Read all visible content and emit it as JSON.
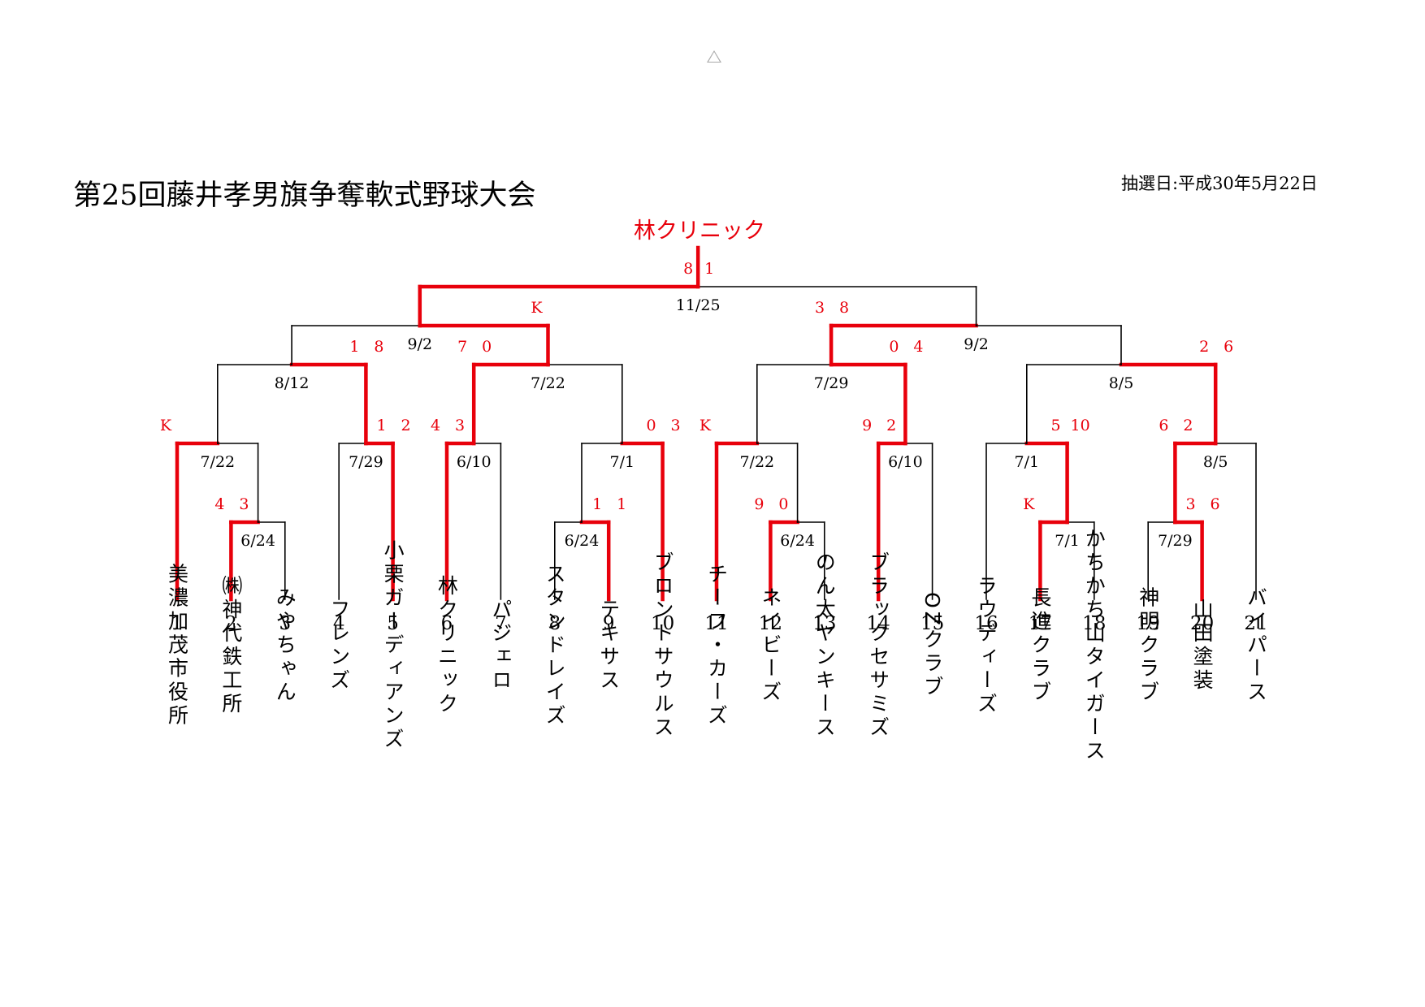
{
  "title": "第25回藤井孝男旗争奪軟式野球大会",
  "draw_date": "抽選日:平成30年5月22日",
  "champion": "林クリニック",
  "colors": {
    "win": "#e8000b",
    "line": "#000000"
  },
  "teams": [
    {
      "seed": "1",
      "name": "美濃加茂市役所"
    },
    {
      "seed": "2",
      "name": "㈱神代鉄工所"
    },
    {
      "seed": "3",
      "name": "みやちゃん"
    },
    {
      "seed": "4",
      "name": "フレンズ"
    },
    {
      "seed": "5",
      "name": "小栗ガーディアンズ"
    },
    {
      "seed": "6",
      "name": "林クリニック"
    },
    {
      "seed": "7",
      "name": "パジェロ"
    },
    {
      "seed": "8",
      "name": "スタンドレイズ"
    },
    {
      "seed": "9",
      "name": "テキサス"
    },
    {
      "seed": "10",
      "name": "ブロントサウルス"
    },
    {
      "seed": "11",
      "name": "チーフ・カーズ"
    },
    {
      "seed": "12",
      "name": "ネイビーズ"
    },
    {
      "seed": "13",
      "name": "のん太ヤンキース"
    },
    {
      "seed": "14",
      "name": "ブラックセサミズ"
    },
    {
      "seed": "15",
      "name": "OZクラブ"
    },
    {
      "seed": "16",
      "name": "ラウディーズ"
    },
    {
      "seed": "17",
      "name": "長進クラブ"
    },
    {
      "seed": "18",
      "name": "かちかち山タイガース"
    },
    {
      "seed": "19",
      "name": "神明クラブ"
    },
    {
      "seed": "20",
      "name": "山田塗装"
    },
    {
      "seed": "21",
      "name": "バイパース"
    }
  ],
  "matches": [
    {
      "id": "m2_3",
      "left": "t2",
      "right": "t3",
      "date": "6/24",
      "score_left": "4",
      "score_right": "3",
      "winner": "left"
    },
    {
      "id": "m8_9",
      "left": "t8",
      "right": "t9",
      "date": "6/24",
      "score_left": "1",
      "score_right": "1",
      "winner": "right"
    },
    {
      "id": "m12_13",
      "left": "t12",
      "right": "t13",
      "date": "6/24",
      "score_left": "9",
      "score_right": "0",
      "winner": "left"
    },
    {
      "id": "m17_18",
      "left": "t17",
      "right": "t18",
      "date": "7/1",
      "score_left": "K",
      "score_right": "",
      "winner": "left"
    },
    {
      "id": "m19_20",
      "left": "t19",
      "right": "t20",
      "date": "7/29",
      "score_left": "3",
      "score_right": "6",
      "winner": "right"
    },
    {
      "id": "m1_23",
      "left": "t1",
      "right": "m2_3",
      "date": "7/22",
      "score_left": "K",
      "score_right": "",
      "winner": "left"
    },
    {
      "id": "m4_5",
      "left": "t4",
      "right": "t5",
      "date": "7/29",
      "score_left": "1",
      "score_right": "2",
      "winner": "right"
    },
    {
      "id": "m6_7",
      "left": "t6",
      "right": "t7",
      "date": "6/10",
      "score_left": "4",
      "score_right": "3",
      "winner": "left"
    },
    {
      "id": "m89_10",
      "left": "m8_9",
      "right": "t10",
      "date": "7/1",
      "score_left": "0",
      "score_right": "3",
      "winner": "right"
    },
    {
      "id": "m11_1213",
      "left": "t11",
      "right": "m12_13",
      "date": "7/22",
      "score_left": "K",
      "score_right": "",
      "winner": "left"
    },
    {
      "id": "m14_15",
      "left": "t14",
      "right": "t15",
      "date": "6/10",
      "score_left": "9",
      "score_right": "2",
      "winner": "left"
    },
    {
      "id": "m16_1718",
      "left": "t16",
      "right": "m17_18",
      "date": "7/1",
      "score_left": "5",
      "score_right": "10",
      "winner": "right"
    },
    {
      "id": "m1920_21",
      "left": "m19_20",
      "right": "t21",
      "date": "8/5",
      "score_left": "6",
      "score_right": "2",
      "winner": "left"
    },
    {
      "id": "qA",
      "left": "m1_23",
      "right": "m4_5",
      "date": "8/12",
      "score_left": "1",
      "score_right": "8",
      "winner": "right"
    },
    {
      "id": "qB",
      "left": "m6_7",
      "right": "m89_10",
      "date": "7/22",
      "score_left": "7",
      "score_right": "0",
      "winner": "left"
    },
    {
      "id": "qC",
      "left": "m11_1213",
      "right": "m14_15",
      "date": "7/29",
      "score_left": "0",
      "score_right": "4",
      "winner": "right"
    },
    {
      "id": "qD",
      "left": "m16_1718",
      "right": "m1920_21",
      "date": "8/5",
      "score_left": "2",
      "score_right": "6",
      "winner": "right"
    },
    {
      "id": "sL",
      "left": "qA",
      "right": "qB",
      "date": "9/2",
      "score_left": "K",
      "score_right": "",
      "winner": "right"
    },
    {
      "id": "sR",
      "left": "qC",
      "right": "qD",
      "date": "9/2",
      "score_left": "3",
      "score_right": "8",
      "winner": "left"
    },
    {
      "id": "final",
      "left": "sL",
      "right": "sR",
      "date": "11/25",
      "score_left": "8",
      "score_right": "1",
      "winner": "left"
    }
  ]
}
